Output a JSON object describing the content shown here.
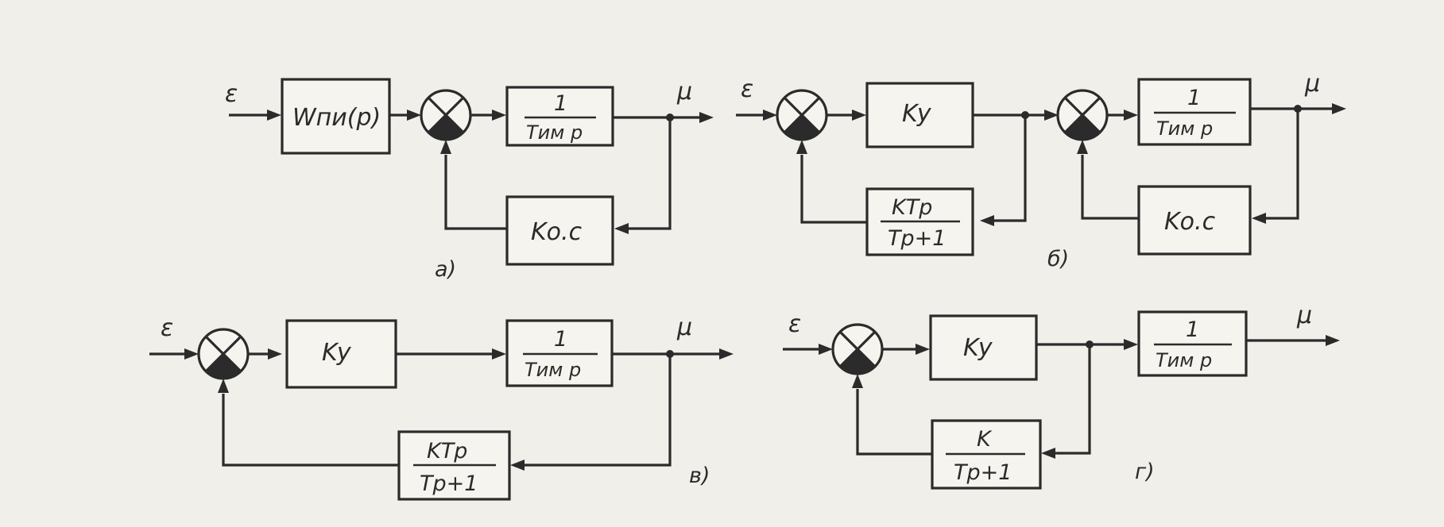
{
  "symbols": {
    "epsilon": "ε",
    "mu": "μ",
    "epsilon_a": "ε"
  },
  "blocks": {
    "w_pi": "Wпи(p)",
    "integrator_num": "1",
    "integrator_den": "Tим p",
    "k_os": "Kо.с",
    "k_y": "Ky",
    "flex_num": "KTp",
    "flex_den": "Tp+1",
    "lag_num": "K",
    "lag_den": "Tp+1"
  },
  "panel_labels": {
    "a": "a)",
    "b": "б)",
    "v": "в)",
    "g": "г)"
  }
}
